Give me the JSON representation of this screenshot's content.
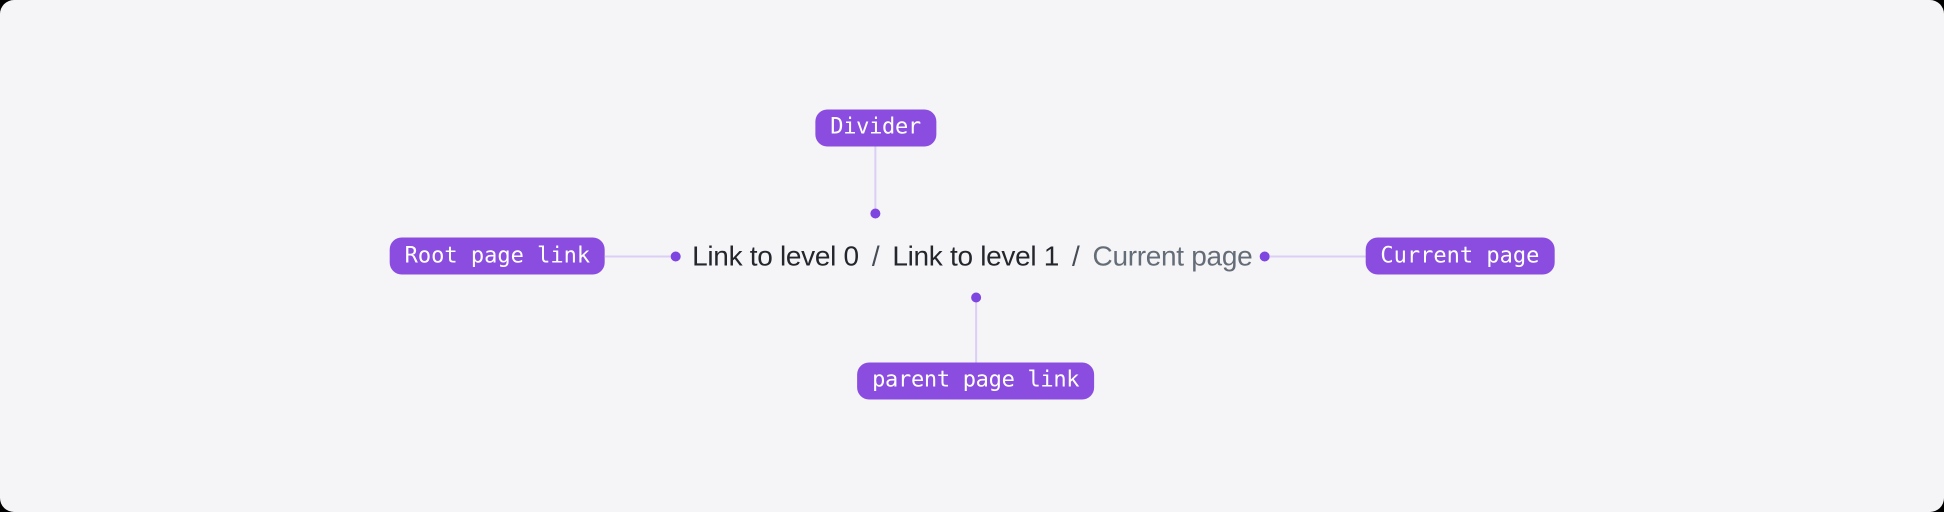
{
  "canvas": {
    "background": "#f5f5f7",
    "outer_background": "#000000"
  },
  "colors": {
    "accent_pill": "#8b4de0",
    "connector_line": "#dccef5",
    "connector_dot": "#7e45e0",
    "link_text": "#23272d",
    "divider_text": "#454c57",
    "current_page_text": "#646c77",
    "pill_text": "#ffffff"
  },
  "breadcrumb": {
    "divider": "/",
    "items": [
      {
        "label": "Link to level 0",
        "type": "link"
      },
      {
        "label": "Link to level 1",
        "type": "link"
      },
      {
        "label": "Current page",
        "type": "current"
      }
    ]
  },
  "annotations": {
    "divider_label": "Divider",
    "root_label": "Root page link",
    "current_label": "Current page",
    "parent_label": "parent page link"
  }
}
